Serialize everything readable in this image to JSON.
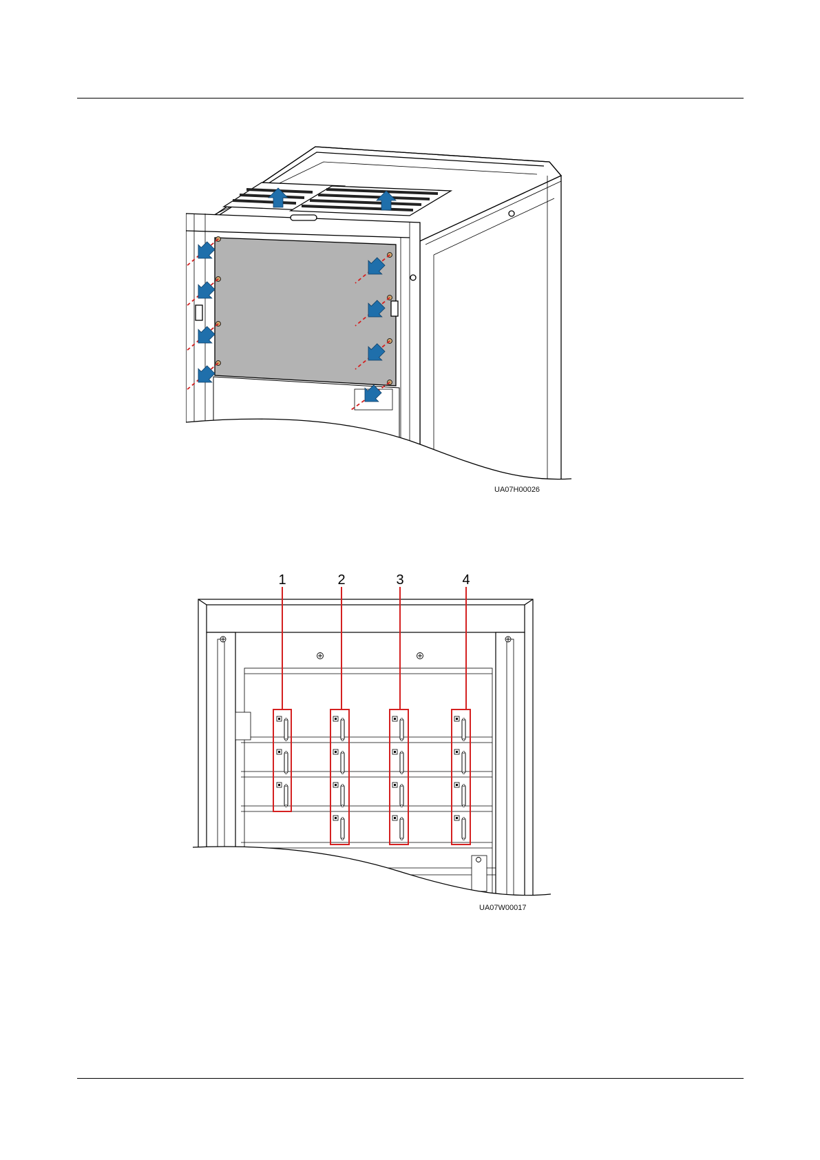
{
  "figures": [
    {
      "id": "fig-rear-panel-removal",
      "code": "UA07H00026",
      "icons": [
        "up-arrow-icon",
        "removal-arrow-icon",
        "screw-icon"
      ]
    },
    {
      "id": "fig-slot-positions",
      "code": "UA07W00017",
      "callouts": [
        "1",
        "2",
        "3",
        "4"
      ],
      "icons": [
        "screw-icon",
        "connector-slot-icon"
      ]
    }
  ],
  "colors": {
    "arrow": "#1f6fab",
    "highlight": "#d42020",
    "panel": "#b3b3b3",
    "line": "#000000"
  }
}
